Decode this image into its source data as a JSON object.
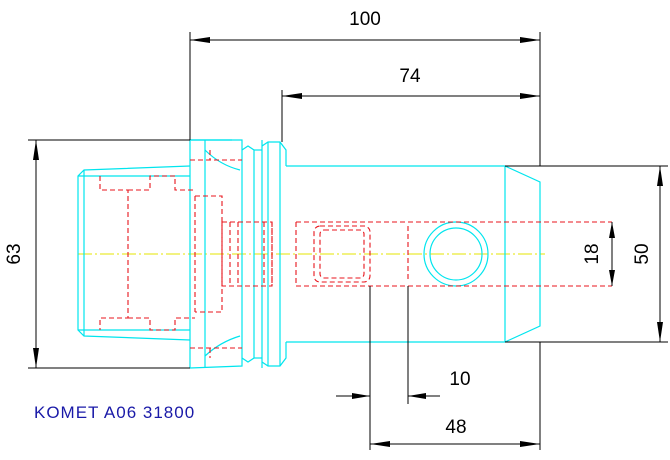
{
  "drawing": {
    "part_label": "KOMET A06 31800",
    "colors": {
      "outline": "#00e5ee",
      "hidden_lines": "#e8141c",
      "center_line": "#e6e600",
      "dimensions": "#000000",
      "label": "#1a1aa8"
    },
    "dimensions": {
      "overall_length": "100",
      "shank_length": "74",
      "flange_diameter": "63",
      "shank_diameter": "50",
      "cross_hole": "18",
      "slot_width": "10",
      "hole_position": "48"
    }
  }
}
